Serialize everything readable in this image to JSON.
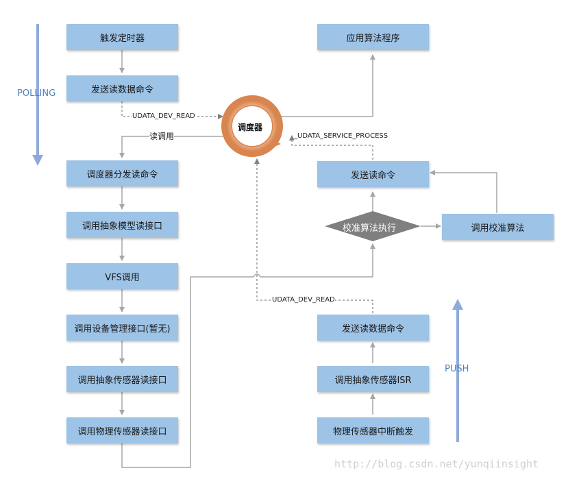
{
  "polling": {
    "label": "POLLING",
    "steps": [
      "触发定时器",
      "发送读数据命令",
      "调度器分发读命令",
      "调用抽象模型读接口",
      "VFS调用",
      "调用设备管理接口(暂无)",
      "调用抽象传感器读接口",
      "调用物理传感器读接口"
    ]
  },
  "push": {
    "label": "PUSH",
    "steps": [
      "物理传感器中断触发",
      "调用抽象传感器ISR",
      "发送读数据命令"
    ]
  },
  "scheduler": {
    "label": "调度器"
  },
  "right_column": {
    "app": "应用算法程序",
    "send_read": "发送读命令",
    "calibrate_exec": "校准算法执行",
    "call_calibrate": "调用校准算法"
  },
  "edge_labels": {
    "udata_dev_read_top": "UDATA_DEV_READ",
    "read_call": "读调用",
    "service_process": "_UDATA_SERVICE_PROCESS",
    "udata_dev_read_bottom": "UDATA_DEV_READ"
  },
  "watermark": "http://blog.csdn.net/yunqiinsight",
  "colors": {
    "box": "#9dc3e6",
    "arrow": "#a6a6a6",
    "side_arrow": "#8eaadb",
    "diamond": "#7f7f7f",
    "ring": "#e8a878"
  }
}
